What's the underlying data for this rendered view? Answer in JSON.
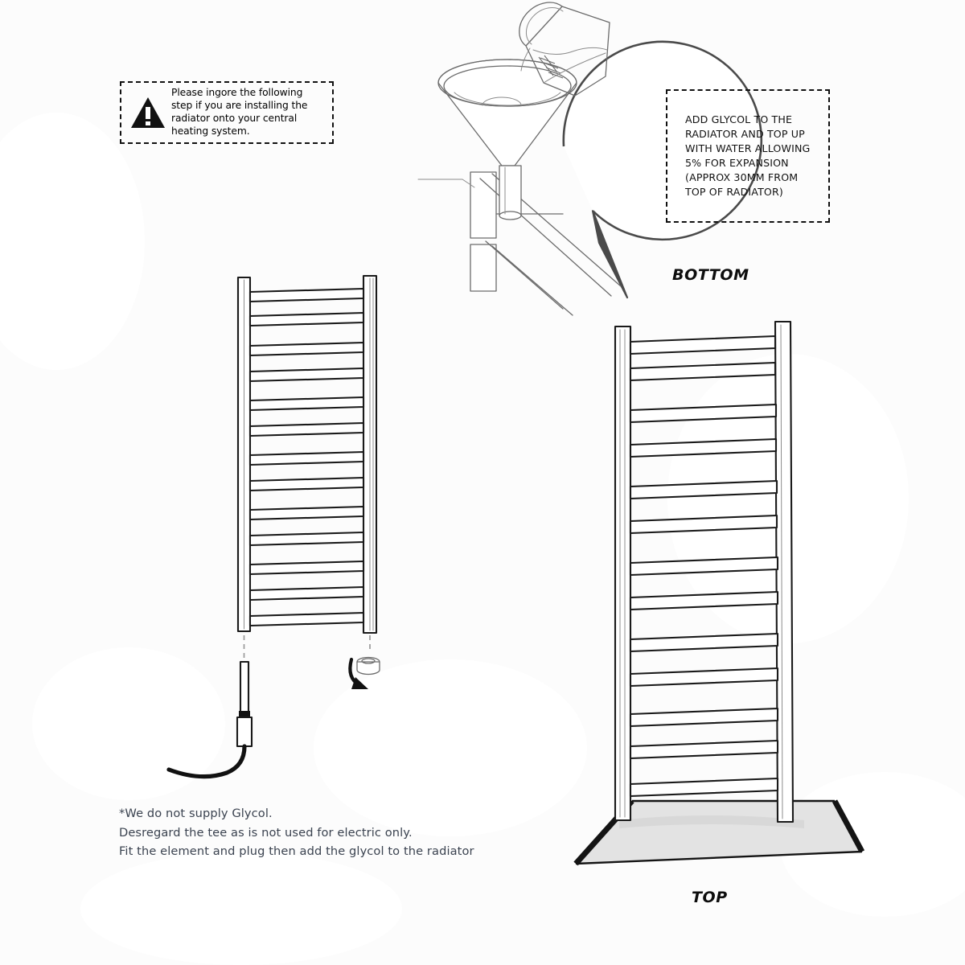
{
  "page": {
    "title": "Towel Rail Radiator - Glycol Filling Instructions",
    "background_color": "#fcfcfc",
    "line_color": "#1a1a1a",
    "floor_color": "#e3e3e3"
  },
  "warning_note": {
    "icon": "warning-triangle-icon",
    "text": "Please ingore the following step if you are installing the radiator onto your central heating system.",
    "border_style": "dashed",
    "border_color": "#111111"
  },
  "glycol_note": {
    "text": "ADD GLYCOL TO THE\nRADIATOR AND TOP UP\nWITH WATER ALLOWING\n5% FOR EXPANSION\n(APPROX 30MM FROM\nTOP OF RADIATOR)",
    "border_style": "dashed",
    "border_color": "#111111"
  },
  "labels": {
    "bottom": "BOTTOM",
    "top": "TOP"
  },
  "footnote": {
    "text": "*We do not supply Glycol.\nDesregard the tee as is not used for electric only.\nFit the element and plug then add the glycol to the radiator",
    "color": "#3b4350"
  },
  "detail_callout": {
    "name": "magnified-funnel-detail",
    "contents": [
      "funnel-icon",
      "measuring-jug-icon",
      "radiator-port-icon",
      "leader-line"
    ]
  },
  "left_radiator": {
    "name": "wall-radiator-front-view",
    "rung_count": 13,
    "orientation": "front",
    "accessories": [
      "heating-element-icon",
      "power-cable-icon",
      "blanking-plug-icon",
      "rotate-arrow-icon"
    ]
  },
  "right_radiator": {
    "name": "radiator-perspective-view",
    "rung_count": 13,
    "orientation": "perspective-on-floor",
    "has_floor_plane": true
  }
}
